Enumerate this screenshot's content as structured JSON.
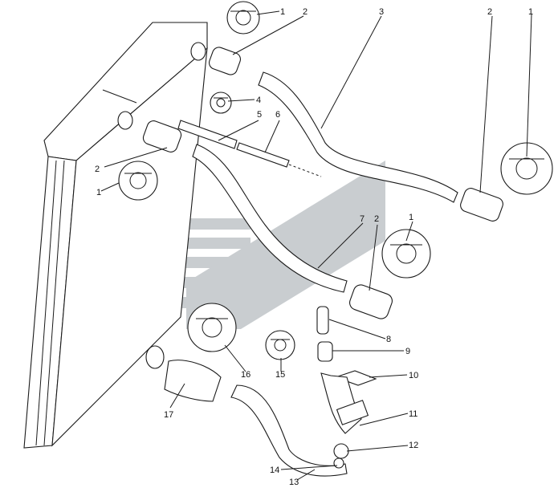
{
  "callouts": {
    "c1a": "1",
    "c1b": "1",
    "c1c": "1",
    "c1d": "1",
    "c2a": "2",
    "c2b": "2",
    "c2c": "2",
    "c2d": "2",
    "c3": "3",
    "c4": "4",
    "c5": "5",
    "c6": "6",
    "c7": "7",
    "c8": "8",
    "c9": "9",
    "c10": "10",
    "c11": "11",
    "c12": "12",
    "c13": "13",
    "c14": "14",
    "c15": "15",
    "c16": "16",
    "c17": "17"
  },
  "colors": {
    "line": "#1a1a1a",
    "watermark": "#c9cdd0",
    "background": "#ffffff"
  },
  "icons": {
    "watermark": "manufacturer-logo-watermark",
    "clamp": "hose-clamp-icon"
  }
}
